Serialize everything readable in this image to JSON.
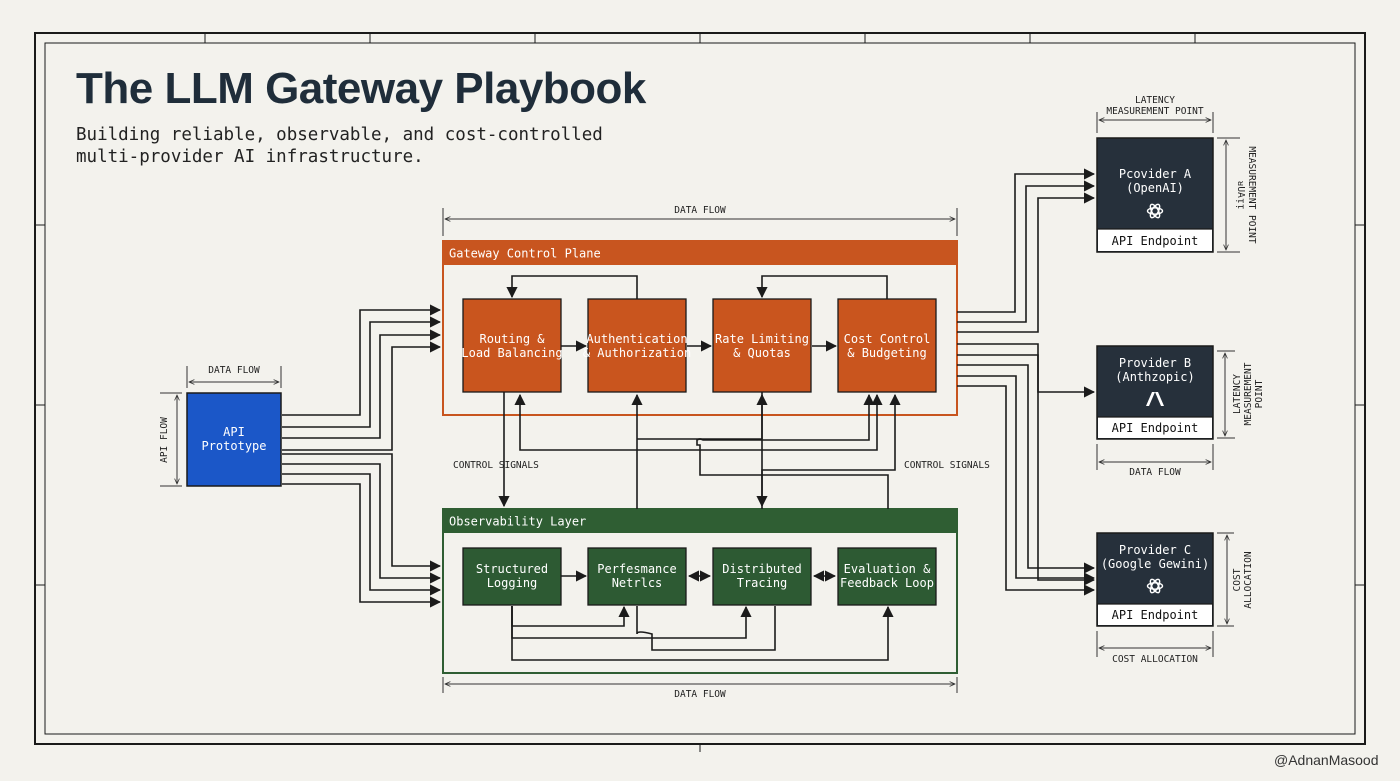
{
  "header": {
    "title": "The LLM Gateway Playbook",
    "subtitle": "Building reliable, observable, and cost-controlled\nmulti-provider AI infrastructure."
  },
  "credit": "@AdnanMasood",
  "colors": {
    "background": "#f3f2ed",
    "control_plane": "#c8551f",
    "control_plane_box": "#c9551e",
    "observability": "#2f5e33",
    "observability_box": "#2d5a33",
    "api_box": "#1b57c8",
    "provider_box": "#26303b"
  },
  "source": {
    "label_lines": [
      "API",
      "Prototype"
    ],
    "top_dimension": "DATA FLOW",
    "side_dimension": "API FLOW"
  },
  "gateway": {
    "title": "Gateway Control Plane",
    "top_dimension": "DATA FLOW",
    "modules": [
      {
        "lines": [
          "Routing &",
          "Load Balancing"
        ]
      },
      {
        "lines": [
          "Authentication",
          "& Authorization"
        ]
      },
      {
        "lines": [
          "Rate Limiting",
          "& Quotas"
        ]
      },
      {
        "lines": [
          "Cost Control",
          "& Budgeting"
        ]
      }
    ]
  },
  "observability": {
    "title": "Observability Layer",
    "bottom_dimension": "DATA FLOW",
    "modules": [
      {
        "lines": [
          "Structured",
          "Logging"
        ]
      },
      {
        "lines": [
          "Perfesmance",
          "Netrlcs"
        ]
      },
      {
        "lines": [
          "Distributed",
          "Tracing"
        ]
      },
      {
        "lines": [
          "Evaluation &",
          "Feedback Loop"
        ]
      }
    ]
  },
  "control_signals": {
    "left": "CONTROL SIGNALS",
    "right": "CONTROL SIGNALS"
  },
  "providers": [
    {
      "lines": [
        "Pcovider A",
        "(OpenAI)"
      ],
      "logo_icon": "openai-logo-icon",
      "endpoint": "API Endpoint",
      "top_dimension_lines": [
        "LATENCY",
        "MEASUREMENT POINT"
      ],
      "side_dimension_lines": [
        "ᴚUAᴉᴉ",
        "MEASUREMENT POINT"
      ]
    },
    {
      "lines": [
        "Provider B",
        "(Anthzopic)"
      ],
      "logo_icon": "anthropic-logo-icon",
      "endpoint": "API Endpoint",
      "bottom_dimension": "DATA FLOW",
      "side_dimension_lines": [
        "LATENCY",
        "MEASUREMENT",
        "POINT"
      ]
    },
    {
      "lines": [
        "Provider C",
        "(Google Gewini)"
      ],
      "logo_icon": "openai-logo-icon",
      "endpoint": "API Endpoint",
      "bottom_dimension": "COST ALLOCATION",
      "side_dimension_lines": [
        "COST",
        "ALLOCATION"
      ]
    }
  ]
}
